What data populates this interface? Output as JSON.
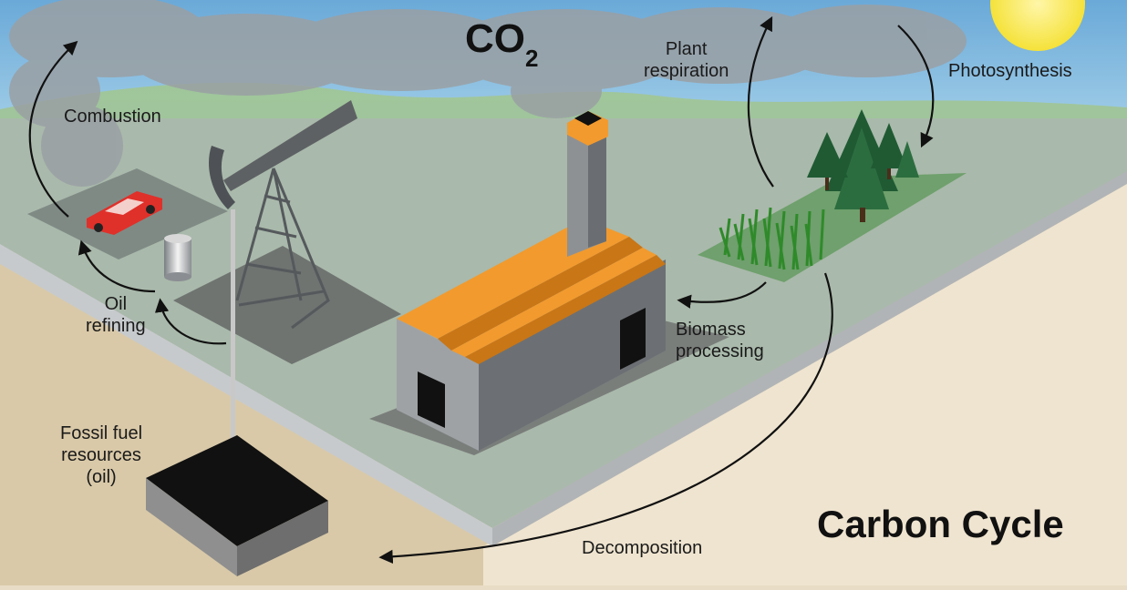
{
  "title": "Carbon Cycle",
  "co2": {
    "main": "CO",
    "sub": "2"
  },
  "labels": {
    "plant_respiration": "Plant\nrespiration",
    "photosynthesis": "Photosynthesis",
    "combustion": "Combustion",
    "oil_refining": "Oil\nrefining",
    "biomass_processing": "Biomass\nprocessing",
    "fossil_fuel": "Fossil fuel\nresources\n(oil)",
    "decomposition": "Decomposition"
  },
  "colors": {
    "sky": "#7fb6dd",
    "hills": "#8dc08f",
    "ground": "#a7b8a9",
    "platform": "#b8bcbf",
    "soil": "#e5dac3",
    "factory_roof": "#f29a2e",
    "factory_wall": "#9a9c9e",
    "car": "#e0302a",
    "arrow": "#111111"
  }
}
